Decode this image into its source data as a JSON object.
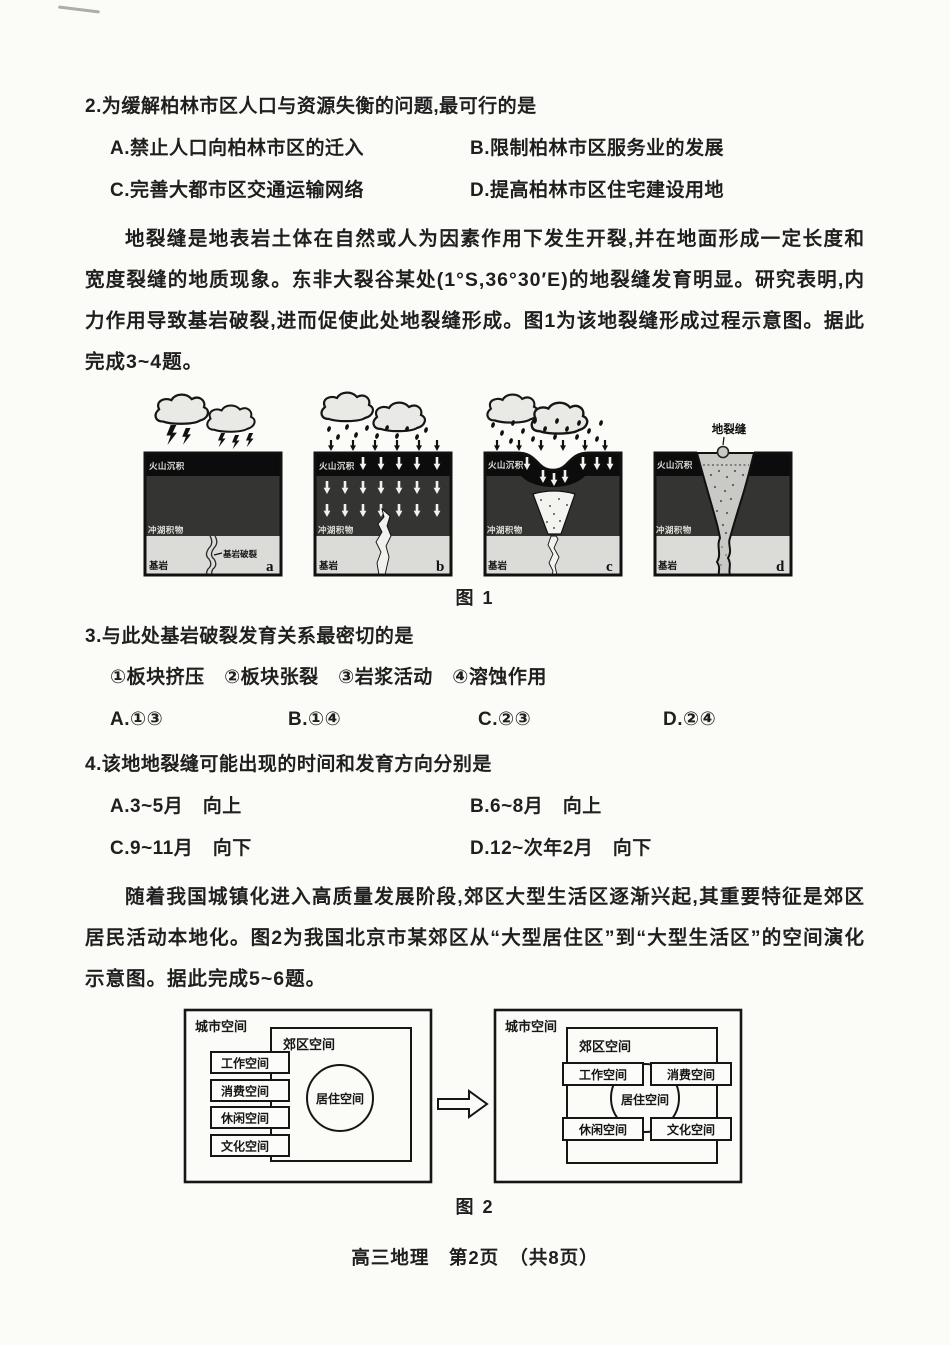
{
  "q2": {
    "stem": "2.为缓解柏林市区人口与资源失衡的问题,最可行的是",
    "options": [
      "A.禁止人口向柏林市区的迁入",
      "B.限制柏林市区服务业的发展",
      "C.完善大都市区交通运输网络",
      "D.提高柏林市区住宅建设用地"
    ]
  },
  "passage1": "地裂缝是地表岩土体在自然或人为因素作用下发生开裂,并在地面形成一定长度和宽度裂缝的地质现象。东非大裂谷某处(1°S,36°30′E)的地裂缝发育明显。研究表明,内力作用导致基岩破裂,进而促使此处地裂缝形成。图1为该地裂缝形成过程示意图。据此完成3~4题。",
  "fig1": {
    "caption": "图 1",
    "panels": [
      "a",
      "b",
      "c",
      "d"
    ],
    "labels": {
      "volcanic": "火山沉积",
      "alluvium": "冲湖积物",
      "bedrock": "基岩",
      "fracture": "基岩破裂",
      "fissure": "地裂缝"
    }
  },
  "q3": {
    "stem": "3.与此处基岩破裂发育关系最密切的是",
    "items": "①板块挤压　②板块张裂　③岩浆活动　④溶蚀作用",
    "options": [
      "A.①③",
      "B.①④",
      "C.②③",
      "D.②④"
    ]
  },
  "q4": {
    "stem": "4.该地地裂缝可能出现的时间和发育方向分别是",
    "options": [
      "A.3~5月　向上",
      "B.6~8月　向上",
      "C.9~11月　向下",
      "D.12~次年2月　向下"
    ]
  },
  "passage2": "随着我国城镇化进入高质量发展阶段,郊区大型生活区逐渐兴起,其重要特征是郊区居民活动本地化。图2为我国北京市某郊区从“大型居住区”到“大型生活区”的空间演化示意图。据此完成5~6题。",
  "fig2": {
    "caption": "图 2",
    "city": "城市空间",
    "suburb": "郊区空间",
    "residence": "居住空间",
    "spaces": [
      "工作空间",
      "消费空间",
      "休闲空间",
      "文化空间"
    ]
  },
  "footer": "高三地理　第2页　（共8页）"
}
